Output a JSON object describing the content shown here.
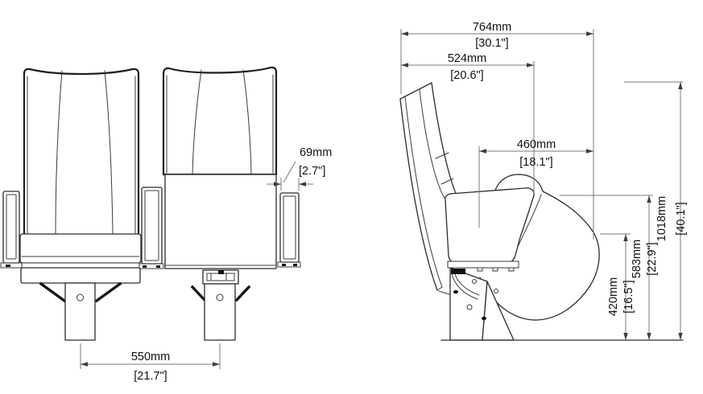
{
  "drawing": {
    "type": "technical-dimension-drawing",
    "subject": "folding auditorium seat, front elevation (two seats) and side elevation",
    "colors": {
      "background": "#ffffff",
      "part_line": "#2b2b2b",
      "dimension_line": "#787878",
      "text": "#111111"
    },
    "dimensions": {
      "overall_depth": {
        "mm": "764mm",
        "in": "[30.1\"]"
      },
      "folded_depth": {
        "mm": "524mm",
        "in": "[20.6\"]"
      },
      "seat_depth": {
        "mm": "460mm",
        "in": "[18.1\"]"
      },
      "armrest_width": {
        "mm": "69mm",
        "in": "[2.7\"]"
      },
      "centre_spacing": {
        "mm": "550mm",
        "in": "[21.7\"]"
      },
      "seat_height": {
        "mm": "420mm",
        "in": "[16.5\"]"
      },
      "armrest_height": {
        "mm": "583mm",
        "in": "[22.9\"]"
      },
      "overall_height": {
        "mm": "1018mm",
        "in": "[40.1\"]"
      }
    }
  }
}
